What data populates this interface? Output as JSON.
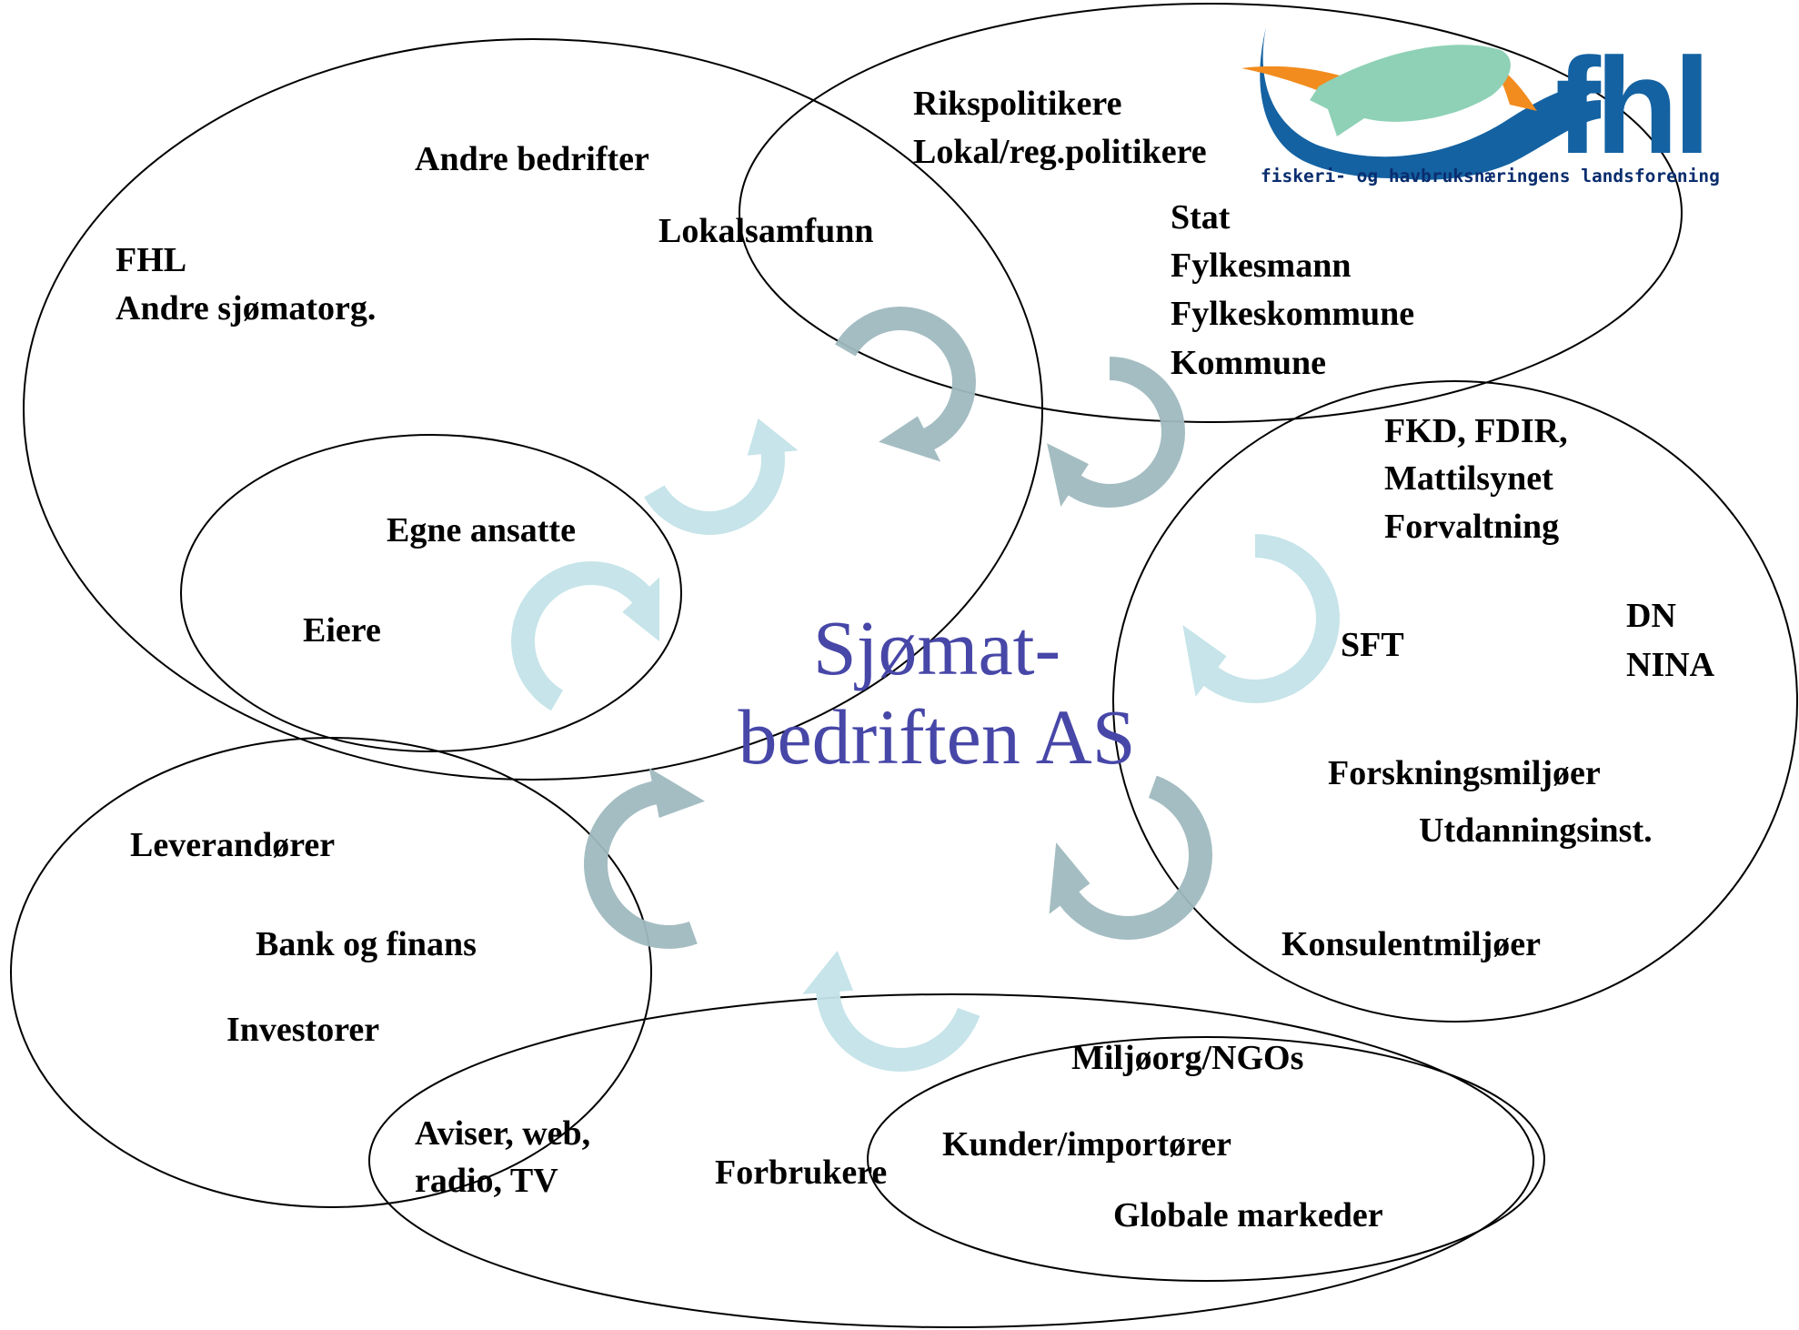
{
  "center": {
    "line1": "Sjømat-",
    "line2": "bedriften AS"
  },
  "logo": {
    "wordmark": "fhl",
    "tagline": "fiskeri- og havbruksnæringens landsforening"
  },
  "groups": {
    "top_left": {
      "andre_bedrifter": "Andre bedrifter",
      "lokalsamfunn": "Lokalsamfunn",
      "fhl": "FHL",
      "andre_sjomatorg": "Andre sjømatorg.",
      "egne_ansatte": "Egne ansatte",
      "eiere": "Eiere"
    },
    "top_right": {
      "rikspolitikere": "Rikspolitikere",
      "lokal_politikere": "Lokal/reg.politikere",
      "stat": "Stat",
      "fylkesmann": "Fylkesmann",
      "fylkeskommune": "Fylkeskommune",
      "kommune": "Kommune"
    },
    "right": {
      "fkd_fdir": "FKD, FDIR,",
      "mattilsynet": "Mattilsynet",
      "forvaltning": "Forvaltning",
      "sft": "SFT",
      "dn": "DN",
      "nina": "NINA",
      "forskningsmiljoer": "Forskningsmiljøer",
      "utdanningsinst": "Utdanningsinst.",
      "konsulentmiljoer": "Konsulentmiljøer"
    },
    "bottom_left": {
      "leverandorer": "Leverandører",
      "bank_og_finans": "Bank og finans",
      "investorer": "Investorer"
    },
    "bottom": {
      "miljoorg": "Miljøorg/NGOs",
      "aviser": "Aviser, web,",
      "radio_tv": "radio, TV",
      "forbrukere": "Forbrukere",
      "kunder": "Kunder/importører",
      "globale_markeder": "Globale markeder"
    }
  },
  "colors": {
    "arrow_light": "#c3e3e8",
    "arrow_dark": "#9fb9bf",
    "center_text": "#4747a8",
    "logo_blue": "#1462a2",
    "logo_orange": "#f28c1e",
    "logo_green": "#8ed1b6"
  }
}
